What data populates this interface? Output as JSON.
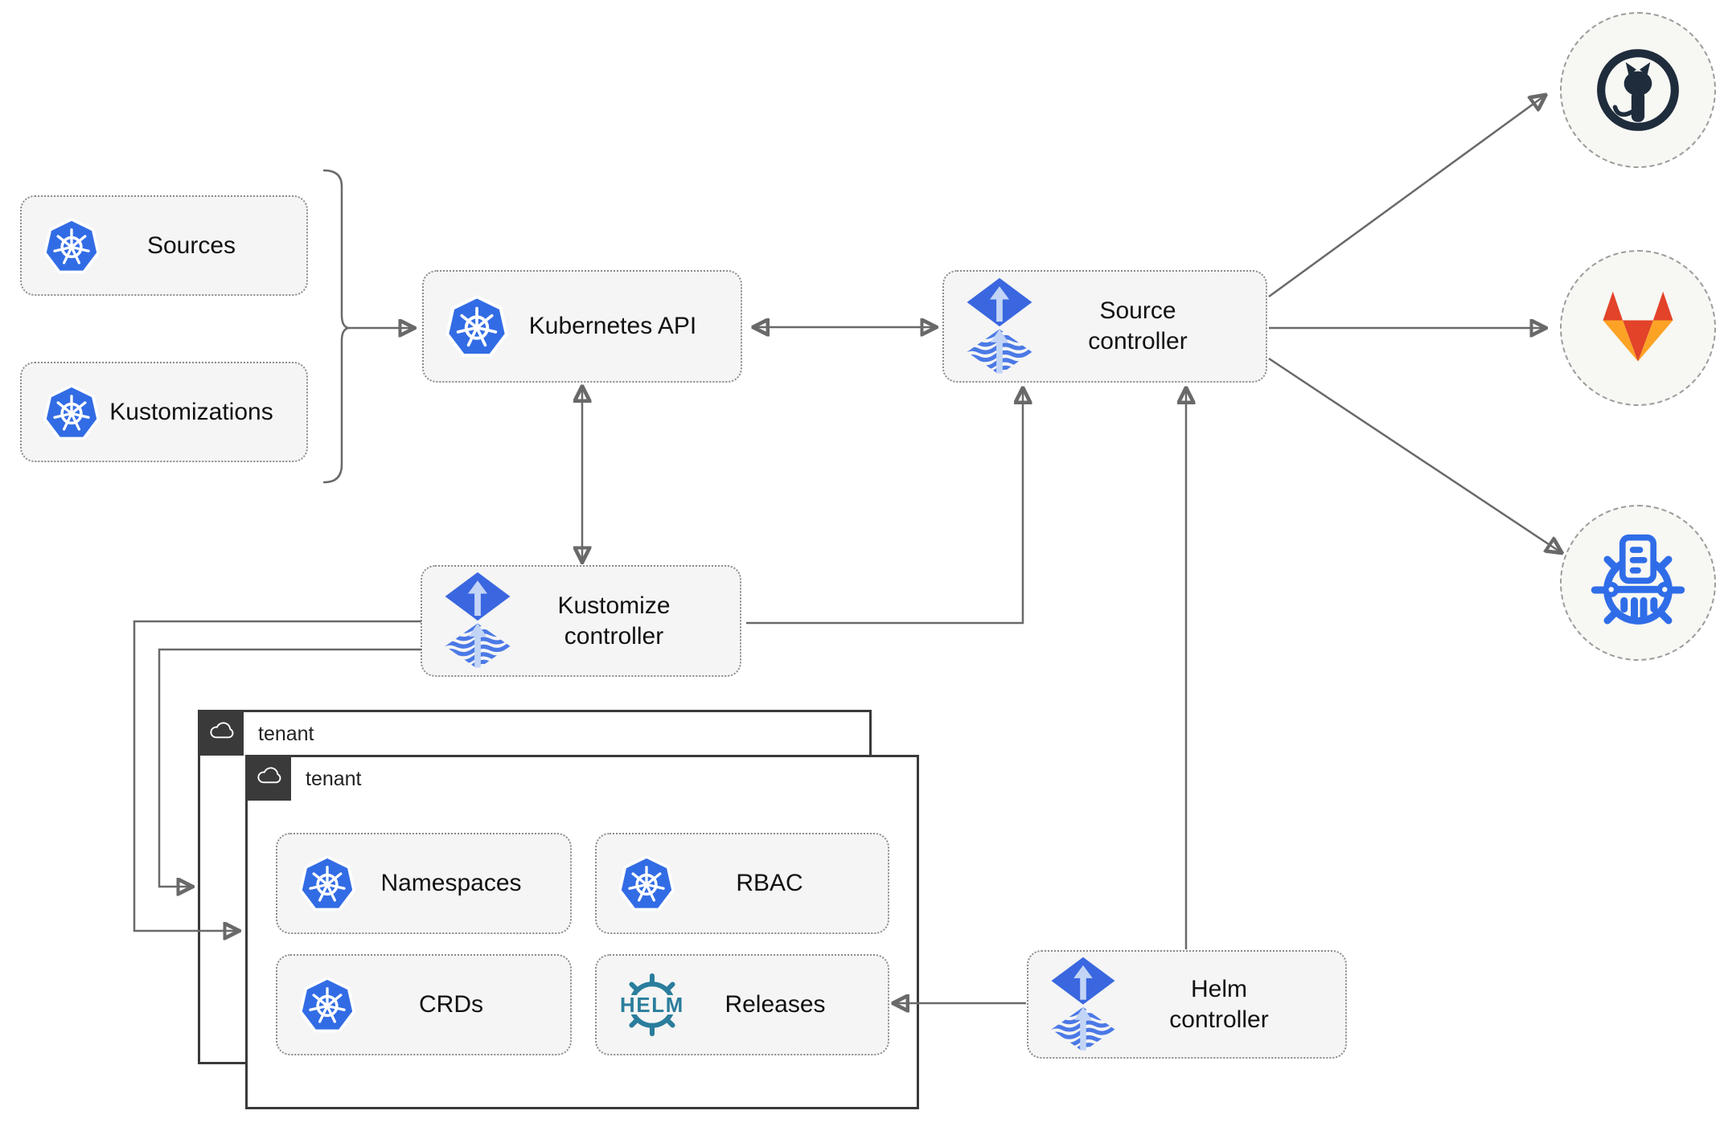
{
  "nodes": {
    "sources": {
      "label": "Sources",
      "icon": "kubernetes"
    },
    "kustomizations": {
      "label": "Kustomizations",
      "icon": "kubernetes"
    },
    "kubernetes_api": {
      "label": "Kubernetes API",
      "icon": "kubernetes"
    },
    "source_controller": {
      "lines": [
        "Source",
        "controller"
      ],
      "icon": "flux"
    },
    "kustomize_controller": {
      "lines": [
        "Kustomize",
        "controller"
      ],
      "icon": "flux"
    },
    "helm_controller": {
      "lines": [
        "Helm",
        "controller"
      ],
      "icon": "flux"
    },
    "namespaces": {
      "label": "Namespaces",
      "icon": "kubernetes"
    },
    "rbac": {
      "label": "RBAC",
      "icon": "kubernetes"
    },
    "crds": {
      "label": "CRDs",
      "icon": "kubernetes"
    },
    "releases": {
      "label": "Releases",
      "icon": "helm"
    }
  },
  "tenants": [
    {
      "label": "tenant",
      "icon": "cloud"
    },
    {
      "label": "tenant",
      "icon": "cloud"
    }
  ],
  "remotes": [
    {
      "name": "GitHub",
      "icon": "github-icon"
    },
    {
      "name": "GitLab",
      "icon": "gitlab-icon"
    },
    {
      "name": "ChartMuseum",
      "icon": "chartmuseum-icon"
    }
  ],
  "icons": {
    "helm_wheel_text": "HELM"
  },
  "colors": {
    "kubernetes_blue": "#326CE5",
    "flux_diamond_blue": "#3A67E0",
    "flux_wave_blue": "#4B79E6",
    "flux_arrow_light": "#C3D5F6",
    "helm_teal": "#2A7D9C",
    "github_dark": "#1F2C3C",
    "gitlab_red_orange": "#E24329",
    "gitlab_amber": "#FCA326",
    "chartmuseum_blue": "#2F6DE8",
    "connector_gray": "#696969",
    "node_fill": "#F5F5F5",
    "node_border": "#8C8C8C",
    "tenant_border": "#3A3A3A",
    "circle_fill": "#F7F7F4"
  }
}
